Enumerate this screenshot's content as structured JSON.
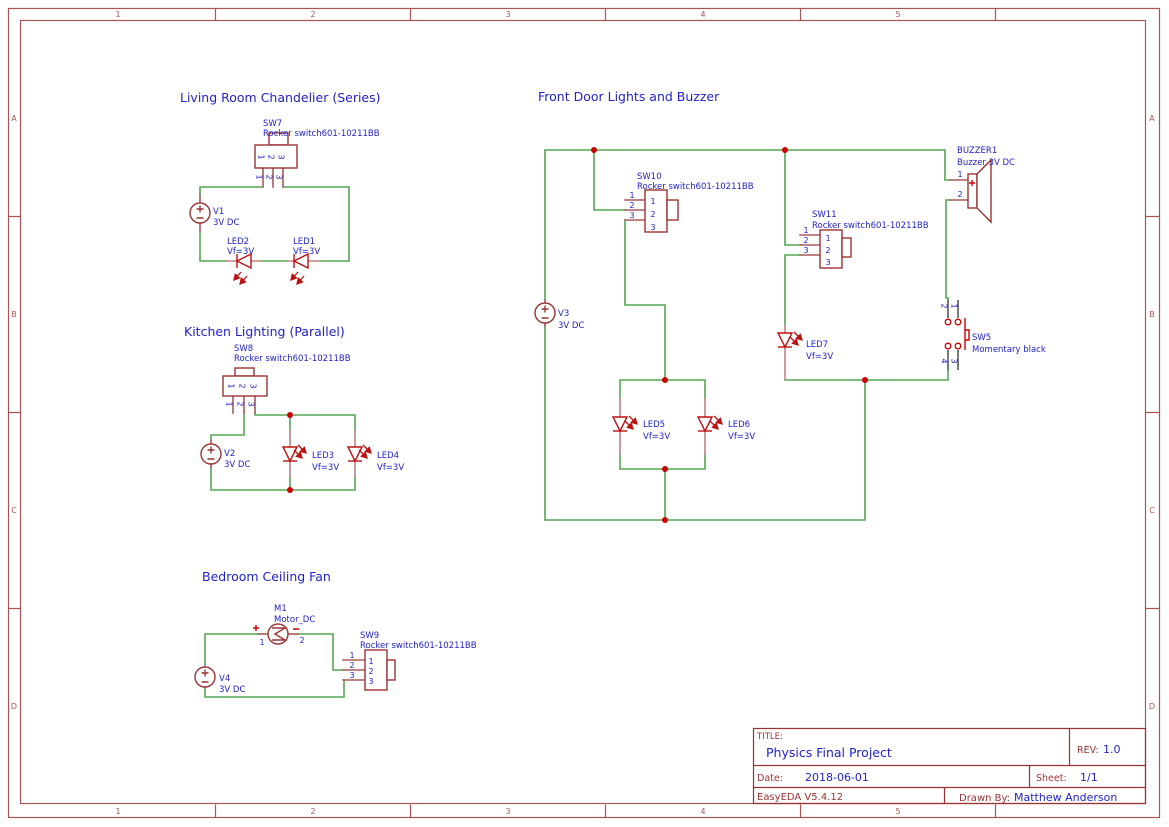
{
  "colors": {
    "wire": "#55a755",
    "comp": "#993333",
    "red": "#cc0000",
    "ledred": "#bb1111",
    "ledstub": "#c08383",
    "stub": "#aa5a5a",
    "blue": "#2222cc",
    "frame": "#aa5555",
    "block": "#993333",
    "gray": "#4d4d4d"
  },
  "frame": {
    "cols": [
      "1",
      "2",
      "3",
      "4",
      "5"
    ],
    "rows": [
      "A",
      "B",
      "C",
      "D"
    ]
  },
  "sections": {
    "living": {
      "title": "Living Room Chandelier (Series)"
    },
    "kitchen": {
      "title": "Kitchen Lighting (Parallel)"
    },
    "bedroom": {
      "title": "Bedroom Ceiling Fan"
    },
    "frontdoor": {
      "title": "Front Door Lights and Buzzer"
    }
  },
  "components": {
    "v1": {
      "ref": "V1",
      "value": "3V DC"
    },
    "v2": {
      "ref": "V2",
      "value": "3V DC"
    },
    "v3": {
      "ref": "V3",
      "value": "3V DC"
    },
    "v4": {
      "ref": "V4",
      "value": "3V DC"
    },
    "sw5": {
      "ref": "SW5",
      "value": "Momentary black",
      "pins": [
        "1",
        "2",
        "3",
        "4"
      ]
    },
    "sw7": {
      "ref": "SW7",
      "value": "Rocker switch601-10211BB",
      "pins": [
        "1",
        "2",
        "3"
      ]
    },
    "sw8": {
      "ref": "SW8",
      "value": "Rocker switch601-10211BB",
      "pins": [
        "1",
        "2",
        "3"
      ]
    },
    "sw9": {
      "ref": "SW9",
      "value": "Rocker switch601-10211BB",
      "pins": [
        "1",
        "2",
        "3"
      ]
    },
    "sw10": {
      "ref": "SW10",
      "value": "Rocker switch601-10211BB",
      "pins": [
        "1",
        "2",
        "3"
      ]
    },
    "sw11": {
      "ref": "SW11",
      "value": "Rocker switch601-10211BB",
      "pins": [
        "1",
        "2",
        "3"
      ]
    },
    "led1": {
      "ref": "LED1",
      "value": "Vf=3V"
    },
    "led2": {
      "ref": "LED2",
      "value": "Vf=3V"
    },
    "led3": {
      "ref": "LED3",
      "value": "Vf=3V"
    },
    "led4": {
      "ref": "LED4",
      "value": "Vf=3V"
    },
    "led5": {
      "ref": "LED5",
      "value": "Vf=3V"
    },
    "led6": {
      "ref": "LED6",
      "value": "Vf=3V"
    },
    "led7": {
      "ref": "LED7",
      "value": "Vf=3V"
    },
    "m1": {
      "ref": "M1",
      "value": "Motor_DC",
      "pins": [
        "1",
        "2"
      ]
    },
    "buzzer1": {
      "ref": "BUZZER1",
      "value": "Buzzer 3V DC",
      "pins": [
        "1",
        "2"
      ]
    }
  },
  "title_block": {
    "title_label": "TITLE:",
    "title": "Physics Final Project",
    "rev_label": "REV:",
    "rev": "1.0",
    "date_label": "Date:",
    "date": "2018-06-01",
    "sheet_label": "Sheet:",
    "sheet": "1/1",
    "tool": "EasyEDA V5.4.12",
    "drawn_by_label": "Drawn By:",
    "drawn_by": "Matthew Anderson"
  }
}
